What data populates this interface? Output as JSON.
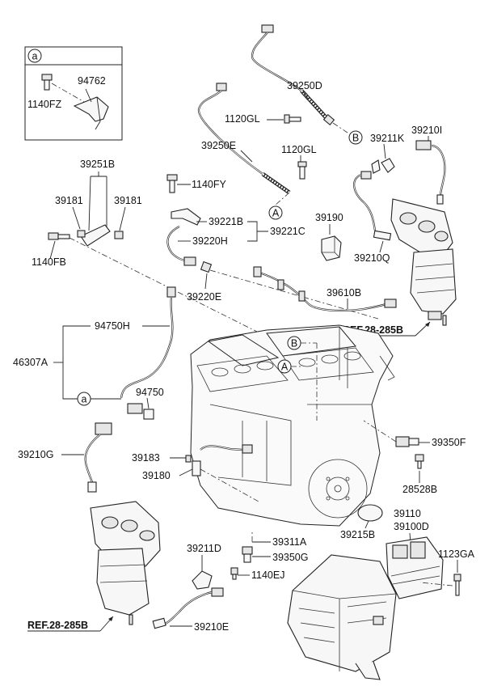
{
  "inset": {
    "tag": "a"
  },
  "callouts": {
    "a": "a",
    "b": "B",
    "a_upper": "A"
  },
  "labels": {
    "p94762": "94762",
    "p1140FZ": "1140FZ",
    "p39250D": "39250D",
    "p1120GL_a": "1120GL",
    "p39250E": "39250E",
    "p1120GL_b": "1120GL",
    "p39211K": "39211K",
    "p39210I": "39210I",
    "p39251B": "39251B",
    "p39181_a": "39181",
    "p39181_b": "39181",
    "p1140FY": "1140FY",
    "p39221B": "39221B",
    "p39220H": "39220H",
    "p39221C": "39221C",
    "p39190": "39190",
    "p39210Q": "39210Q",
    "p1140FB": "1140FB",
    "p39220E": "39220E",
    "p39610B": "39610B",
    "p94750H": "94750H",
    "p46307A": "46307A",
    "p94750": "94750",
    "p39350F": "39350F",
    "p28528B": "28528B",
    "p39210G": "39210G",
    "p39183": "39183",
    "p39180": "39180",
    "p39215B": "39215B",
    "p39110": "39110",
    "p39100D": "39100D",
    "p39211D": "39211D",
    "p39311A": "39311A",
    "p39350G": "39350G",
    "p1123GA": "1123GA",
    "p1140EJ": "1140EJ",
    "p39210E": "39210E"
  },
  "refs": {
    "ref_top": "REF.28-285B",
    "ref_bottom": "REF.28-285B"
  }
}
